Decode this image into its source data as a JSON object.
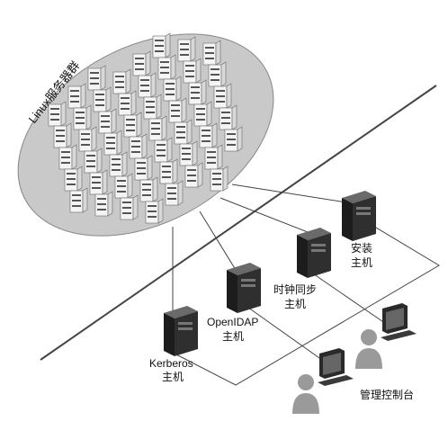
{
  "cluster": {
    "label": "Linux服务器群"
  },
  "hosts": [
    {
      "id": "kerberos",
      "line1": "Kerberos",
      "line2": "主机"
    },
    {
      "id": "openldap",
      "line1": "OpenIDAP",
      "line2": "主机"
    },
    {
      "id": "ntp",
      "line1": "时钟同步",
      "line2": "主机"
    },
    {
      "id": "install",
      "line1": "安装",
      "line2": "主机"
    }
  ],
  "console": {
    "label": "管理控制台"
  },
  "colors": {
    "ellipse": "#c8c8c8",
    "line": "#444444",
    "server": "#2a2a2a"
  }
}
